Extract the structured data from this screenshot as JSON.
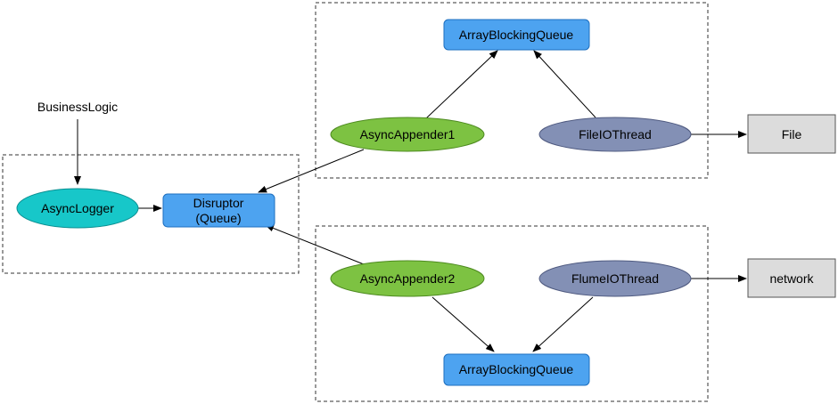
{
  "labels": {
    "business_logic": "BusinessLogic",
    "async_logger": "AsyncLogger",
    "disruptor_line1": "Disruptor",
    "disruptor_line2": "(Queue)",
    "queue_top": "ArrayBlockingQueue",
    "appender1": "AsyncAppender1",
    "file_thread": "FileIOThread",
    "file": "File",
    "appender2": "AsyncAppender2",
    "flume_thread": "FlumeIOThread",
    "queue_bottom": "ArrayBlockingQueue",
    "network": "network"
  },
  "colors": {
    "queue_fill": "#4da3f0",
    "queue_stroke": "#1e6fbf",
    "logger_fill": "#17c7c9",
    "logger_stroke": "#0a8f91",
    "appender_fill": "#7dc242",
    "appender_stroke": "#4d8a1f",
    "thread_fill": "#8390b5",
    "thread_stroke": "#4f5a80",
    "sink_fill": "#dcdcdc",
    "sink_stroke": "#555555",
    "group_border": "#333333",
    "edge": "#000000"
  }
}
